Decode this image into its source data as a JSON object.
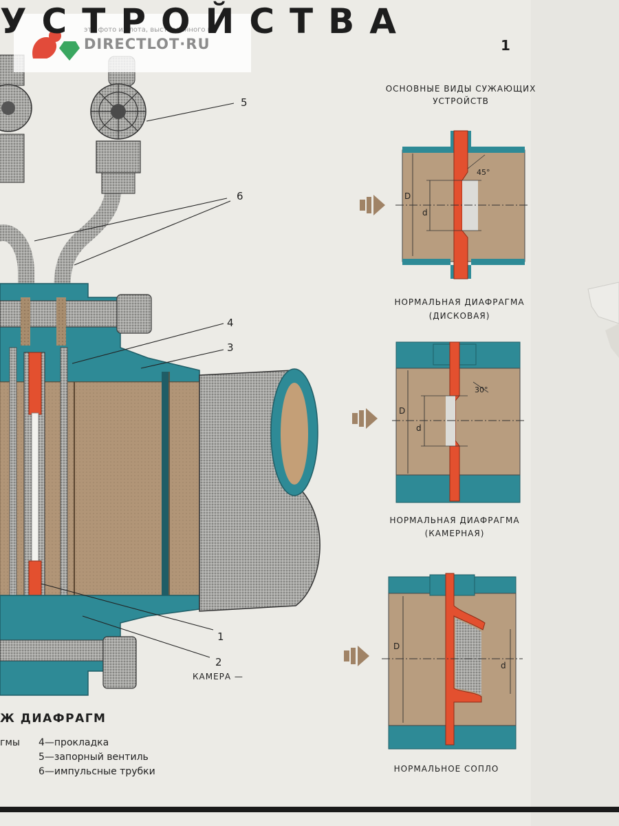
{
  "title": "УСТРОЙСТВА",
  "sheet_number": "1",
  "types_header": "ОСНОВНЫЕ ВИДЫ СУЖАЮЩИХ УСТРОЙСТВ",
  "devices": [
    {
      "caption_line1": "НОРМАЛЬНАЯ ДИАФРАГМА",
      "caption_line2": "(ДИСКОВАЯ)",
      "angle": "45°"
    },
    {
      "caption_line1": "НОРМАЛЬНАЯ ДИАФРАГМА",
      "caption_line2": "(КАМЕРНАЯ)",
      "angle": "30°"
    },
    {
      "caption_line1": "НОРМАЛЬНОЕ СОПЛО",
      "caption_line2": ""
    }
  ],
  "dim_D": "D",
  "dim_d": "d",
  "callouts": [
    "1",
    "2",
    "3",
    "4",
    "5",
    "6"
  ],
  "camera_label": "КАМЕРА —",
  "section_title": "Ж ДИАФРАГМ",
  "legend": {
    "left_fragment": "гмы",
    "item4": "4—прокладка",
    "item5": "5—запорный вентиль",
    "item6": "6—импульсные трубки"
  },
  "watermark": {
    "line1": "это фото из лота, выставленного на",
    "line2": "DIRECTLOT·RU"
  },
  "colors": {
    "teal": "#2e8a96",
    "tan": "#b89d7f",
    "red": "#e3502f",
    "paper": "#ecebe6",
    "metal": "#9a9a9a"
  }
}
